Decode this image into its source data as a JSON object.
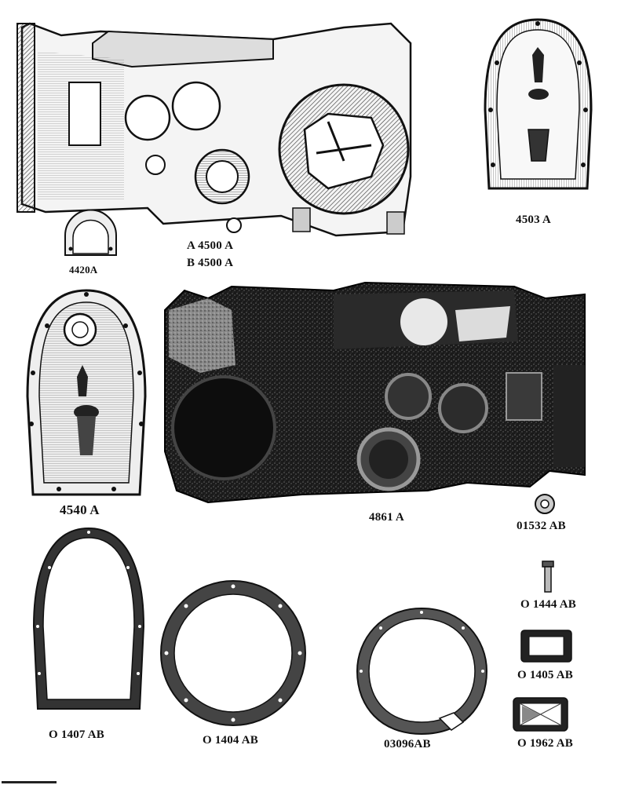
{
  "parts": {
    "transmission_housing": {
      "labels": [
        "A 4500 A",
        "B 4500 A"
      ]
    },
    "bearing_cap": {
      "label": "4420A"
    },
    "cover_with_emblem": {
      "label": "4503 A"
    },
    "inner_cover": {
      "label": "4540 A"
    },
    "housing_photo": {
      "label": "4861 A"
    },
    "washer": {
      "label": "01532 AB"
    },
    "pin": {
      "label": "O 1444 AB"
    },
    "small_gasket": {
      "label": "O 1405 AB"
    },
    "plate_gasket": {
      "label": "O 1962 AB"
    },
    "oval_gasket": {
      "label": "O 1407 AB"
    },
    "round_gasket": {
      "label": "O 1404 AB"
    },
    "irregular_gasket": {
      "label": "03096AB"
    }
  },
  "colors": {
    "ink": "#111111",
    "paper": "#ffffff",
    "shade": "#555555",
    "photo_dark": "#1a1a1a"
  }
}
